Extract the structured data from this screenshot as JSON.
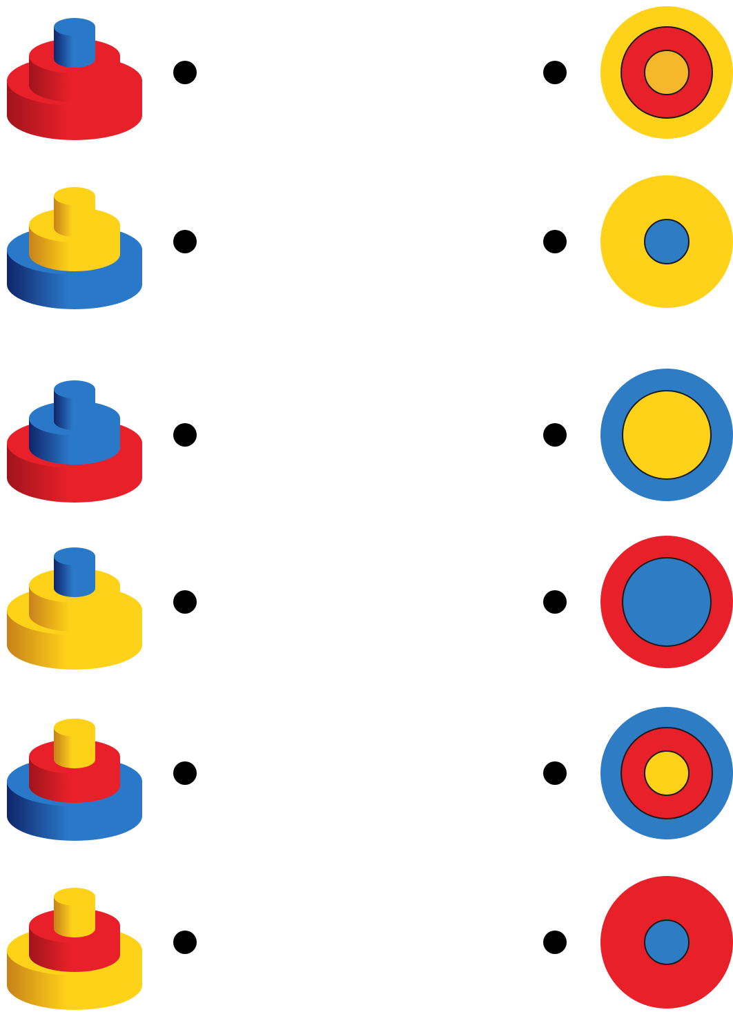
{
  "colors": {
    "red": "#e8202a",
    "red_dark": "#a0141b",
    "yellow": "#ffd21a",
    "yellow_dark": "#c8821a",
    "blue": "#2a78c8",
    "blue_dark": "#10256a",
    "target_blue": "#2e7cc4",
    "target_orange": "#f6b82a",
    "dot": "#000000"
  },
  "rows": [
    {
      "pyramid": [
        "red",
        "red",
        "blue"
      ],
      "target": [
        "yellow",
        "red",
        "orange"
      ]
    },
    {
      "pyramid": [
        "blue",
        "yellow",
        "yellow"
      ],
      "target": [
        "yellow",
        "blue"
      ]
    },
    {
      "pyramid": [
        "red",
        "blue",
        "blue"
      ],
      "target": [
        "blue",
        "yellow"
      ]
    },
    {
      "pyramid": [
        "yellow",
        "yellow",
        "blue"
      ],
      "target": [
        "red",
        "blue"
      ]
    },
    {
      "pyramid": [
        "blue",
        "red",
        "yellow"
      ],
      "target": [
        "blue",
        "red",
        "yellow"
      ]
    },
    {
      "pyramid": [
        "yellow",
        "red",
        "yellow"
      ],
      "target": [
        "red",
        "blue"
      ]
    }
  ]
}
